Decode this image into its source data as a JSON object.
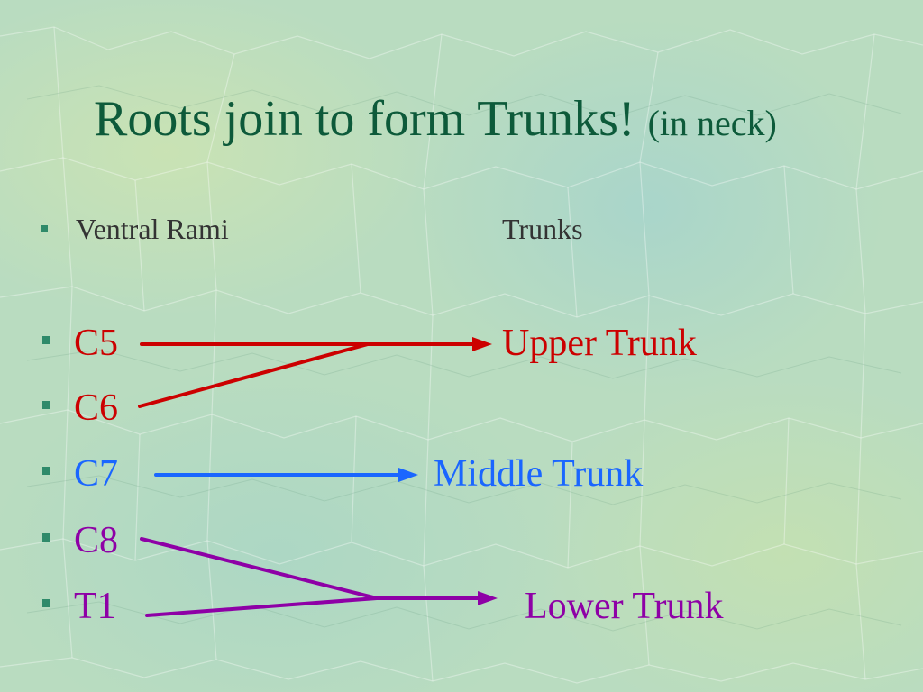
{
  "slide": {
    "title": "Roots join to form Trunks!",
    "title_sub": "(in neck)"
  },
  "headers": {
    "left": "Ventral Rami",
    "right": "Trunks"
  },
  "rami": [
    {
      "label": "C5",
      "color": "#cc0000"
    },
    {
      "label": "C6",
      "color": "#cc0000"
    },
    {
      "label": "C7",
      "color": "#1a66ff"
    },
    {
      "label": "C8",
      "color": "#8e00a6"
    },
    {
      "label": "T1",
      "color": "#8e00a6"
    }
  ],
  "trunks": [
    {
      "label": "Upper Trunk",
      "color": "#cc0000"
    },
    {
      "label": "Middle Trunk",
      "color": "#1a66ff"
    },
    {
      "label": "Lower Trunk",
      "color": "#8e00a6"
    }
  ],
  "colors": {
    "title": "#0d5a3a",
    "bullet": "#2f8a6a",
    "header_text": "#333333"
  }
}
